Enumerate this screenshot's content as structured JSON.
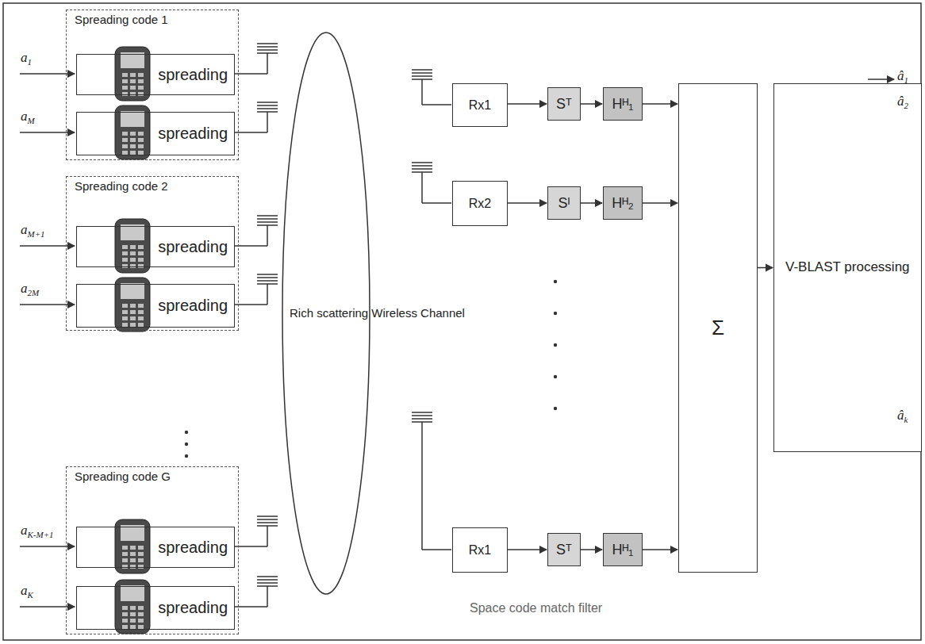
{
  "diagram": {
    "nodes": [
      {
        "text": [
          "Spreading code 1"
        ]
      },
      {
        "text": [
          "spreading"
        ],
        "in": 0
      },
      {
        "text": [
          "spreading"
        ],
        "in": 0
      },
      {
        "text": [
          "Spreading code 2"
        ]
      },
      {
        "text": [
          "spreading"
        ],
        "in": 3
      },
      {
        "text": [
          "spreading"
        ],
        "in": 3
      },
      {
        "text": [
          "Spreading code G"
        ]
      },
      {
        "text": [
          "spreading"
        ],
        "in": 6
      },
      {
        "text": [
          "spreading"
        ],
        "in": 6
      },
      {
        "text": [
          "Rich scattering Wireless Channel"
        ]
      },
      {
        "text": [
          "Rx1"
        ]
      },
      {
        "text": [
          "Sᵀ"
        ]
      },
      {
        "text": [
          "Hᴴ₁"
        ]
      },
      {
        "text": [
          "Rx2"
        ]
      },
      {
        "text": [
          "Sᴵ"
        ]
      },
      {
        "text": [
          "Hᴴ₂"
        ]
      },
      {
        "text": [
          "Rx1"
        ]
      },
      {
        "text": [
          "Sᵀ"
        ]
      },
      {
        "text": [
          "Hᴴ₁"
        ]
      },
      {
        "text": [
          "Σ"
        ]
      },
      {
        "text": [
          "V-BLAST processing"
        ]
      }
    ],
    "edges": [
      {
        "from": 10,
        "to": 11,
        "arrow": "to"
      },
      {
        "from": 11,
        "to": 12,
        "arrow": "to"
      },
      {
        "from": 12,
        "to": 19,
        "arrow": "to"
      },
      {
        "from": 13,
        "to": 14,
        "arrow": "to"
      },
      {
        "from": 14,
        "to": 15,
        "arrow": "to"
      },
      {
        "from": 15,
        "to": 19,
        "arrow": "to"
      },
      {
        "from": 16,
        "to": 17,
        "arrow": "to"
      },
      {
        "from": 17,
        "to": 18,
        "arrow": "to"
      },
      {
        "from": 18,
        "to": 19,
        "arrow": "to"
      },
      {
        "from": 19,
        "to": 20,
        "arrow": "to"
      }
    ],
    "labels": [
      "a1",
      "aM",
      "aM+1",
      "a2M",
      "aK-M+1",
      "aK",
      "â1",
      "â2",
      "âk",
      "Space code match filter"
    ]
  }
}
